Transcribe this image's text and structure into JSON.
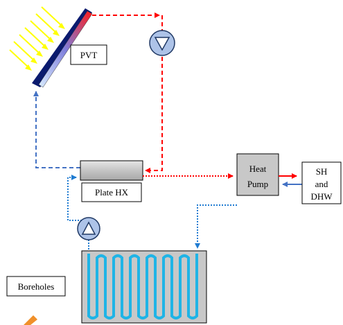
{
  "labels": {
    "pvt": "PVT",
    "plate_hx": "Plate HX",
    "heat_pump_line1": "Heat",
    "heat_pump_line2": "Pump",
    "sh_line1": "SH",
    "sh_line2": "and",
    "sh_line3": "DHW",
    "boreholes": "Boreholes"
  },
  "colors": {
    "hot_pipe": "#ff0000",
    "cold_pipe": "#4472c4",
    "ground_pipe": "#1f7bd1",
    "borehole_loop": "#1fb4e6",
    "sun_rays": "#ffff00",
    "component_fill": "#c8c8c8",
    "pump_fill": "#adc3e8"
  },
  "icons": {
    "pvt_panel": "solar-collector-icon",
    "pump_top": "pump-icon",
    "pump_bottom": "pump-icon"
  }
}
